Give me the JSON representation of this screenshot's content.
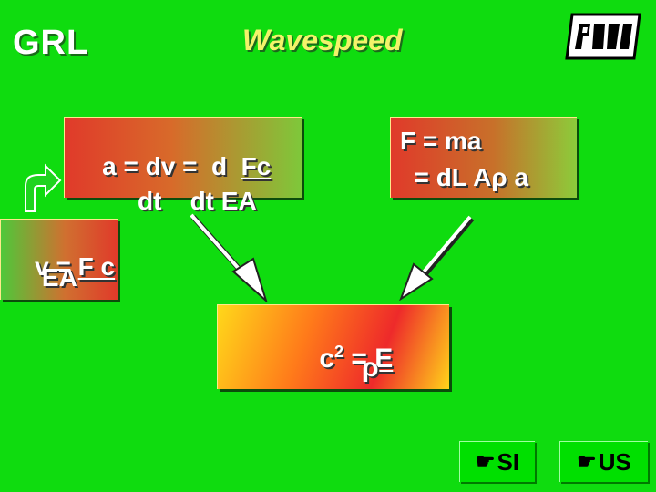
{
  "header": {
    "brand": "GRL",
    "title": "Wavespeed"
  },
  "box_a": {
    "line1": "a = dv =  d  ",
    "frac1": "Fc",
    "line2": "     dt    dt ",
    "frac2": "EA"
  },
  "box_f": {
    "line1": "F = ma",
    "line2": "  = dL Aρ a"
  },
  "box_v": {
    "line1a": "v = ",
    "line1b": "F c",
    "line2": "     EA"
  },
  "box_c": {
    "c": "c",
    "sup": "2",
    "eq": " = ",
    "E": "E",
    "rho": "ρ"
  },
  "nav": {
    "si_label": "SI",
    "us_label": "US",
    "icon": "pointing-hand-icon",
    "icon_glyph": "☛"
  },
  "colors": {
    "background": "#0fdc0f",
    "title": "#f3f36a",
    "box_text": "#ffffff"
  }
}
